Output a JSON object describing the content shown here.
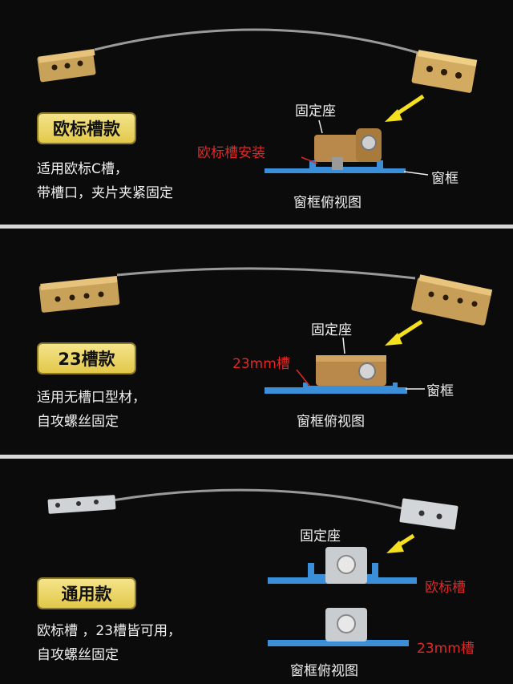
{
  "sections": [
    {
      "badge": "欧标槽款",
      "desc_line1": "适用欧标C槽，",
      "desc_line2": "带槽口，夹片夹紧固定",
      "seat_label": "固定座",
      "install_label": "欧标槽安装",
      "frame_label": "窗框",
      "view_label": "窗框俯视图"
    },
    {
      "badge": "23槽款",
      "desc_line1": "适用无槽口型材，",
      "desc_line2": "自攻螺丝固定",
      "seat_label": "固定座",
      "slot_label": "23mm槽",
      "frame_label": "窗框",
      "view_label": "窗框俯视图"
    },
    {
      "badge": "通用款",
      "desc_line1": "欧标槽 ，23槽皆可用，",
      "desc_line2": "自攻螺丝固定",
      "seat_label": "固定座",
      "euro_slot_label": "欧标槽",
      "slot23_label": "23mm槽",
      "view_label": "窗框俯视图"
    }
  ],
  "colors": {
    "badge_bg": "#ecd86a",
    "brass": "#c9a25a",
    "profile_blue": "#3a8fd8",
    "red_label": "#e02828",
    "arrow_yellow": "#f5e020",
    "separator": "#d8d8d8"
  }
}
